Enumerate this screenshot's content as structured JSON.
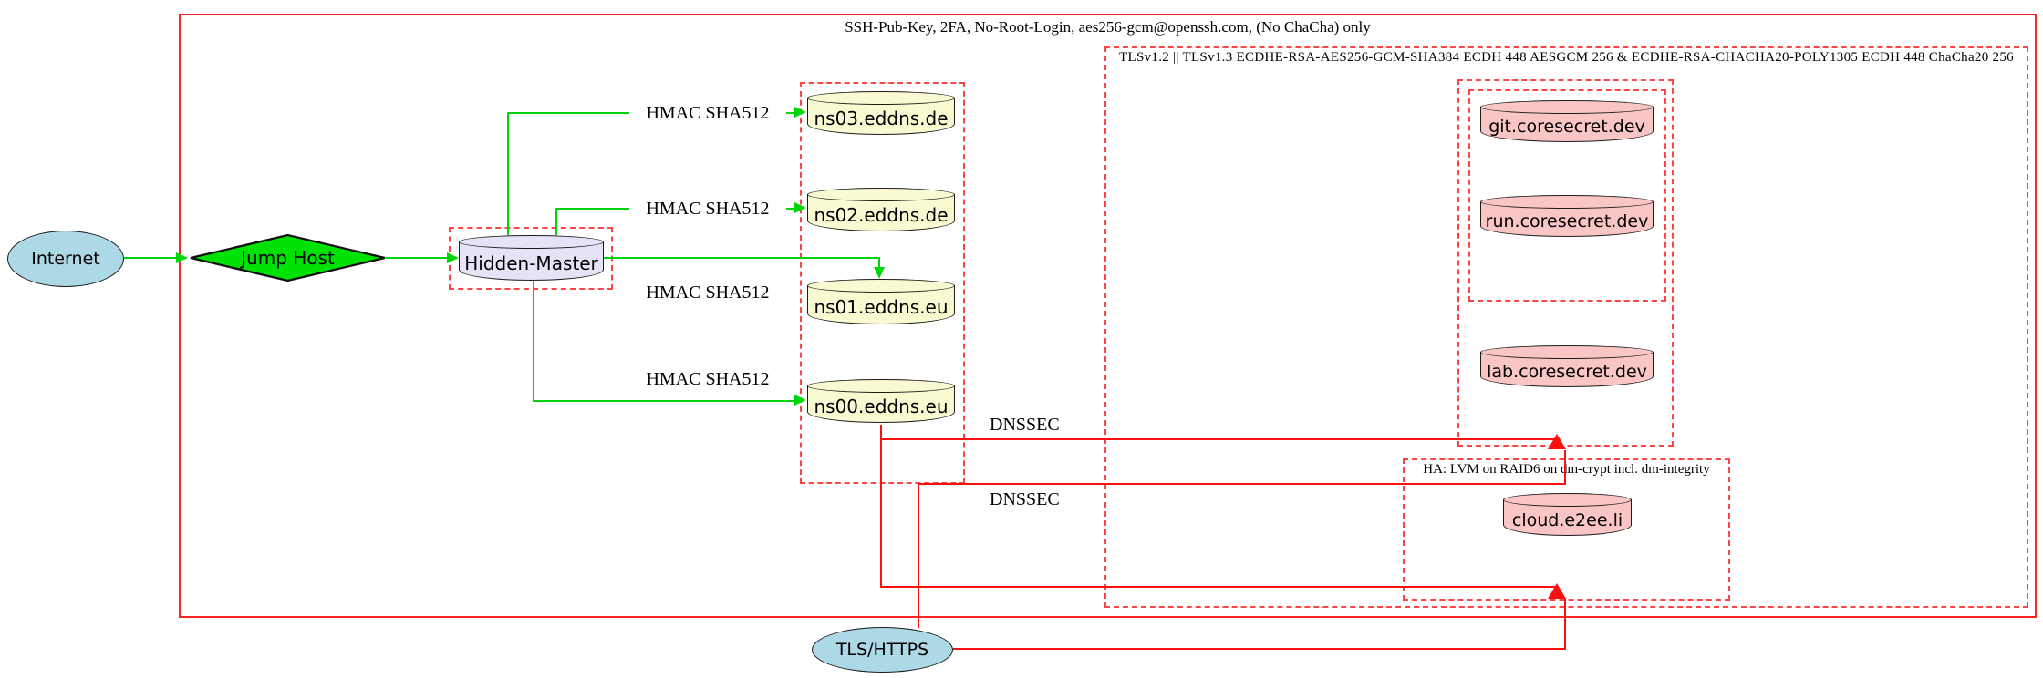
{
  "clusters": {
    "outer_ssh": {
      "label": "SSH-Pub-Key, 2FA, No-Root-Login, aes256-gcm@openssh.com, (No ChaCha) only"
    },
    "tls": {
      "label": "TLSv1.2 || TLSv1.3 ECDHE-RSA-AES256-GCM-SHA384 ECDH 448 AESGCM 256 & ECDHE-RSA-CHACHA20-POLY1305 ECDH 448 ChaCha20 256"
    },
    "ha": {
      "label": "HA: LVM on RAID6 on dm-crypt incl. dm-integrity"
    }
  },
  "nodes": {
    "internet": {
      "label": "Internet",
      "shape": "ellipse",
      "fill": "#add8e6"
    },
    "jump_host": {
      "label": "Jump Host",
      "shape": "diamond",
      "fill": "#00e206"
    },
    "hidden_master": {
      "label": "Hidden-Master",
      "shape": "cylinder",
      "fill": "#e4e4f6"
    },
    "ns03": {
      "label": "ns03.eddns.de",
      "shape": "cylinder",
      "fill": "#fafad2"
    },
    "ns02": {
      "label": "ns02.eddns.de",
      "shape": "cylinder",
      "fill": "#fafad2"
    },
    "ns01": {
      "label": "ns01.eddns.eu",
      "shape": "cylinder",
      "fill": "#fafad2"
    },
    "ns00": {
      "label": "ns00.eddns.eu",
      "shape": "cylinder",
      "fill": "#fafad2"
    },
    "git": {
      "label": "git.coresecret.dev",
      "shape": "cylinder",
      "fill": "#f9c5c5"
    },
    "run": {
      "label": "run.coresecret.dev",
      "shape": "cylinder",
      "fill": "#f9c5c5"
    },
    "lab": {
      "label": "lab.coresecret.dev",
      "shape": "cylinder",
      "fill": "#f9c5c5"
    },
    "cloud": {
      "label": "cloud.e2ee.li",
      "shape": "cylinder",
      "fill": "#f9c5c5"
    },
    "tls_https": {
      "label": "TLS/HTTPS",
      "shape": "ellipse",
      "fill": "#add8e6"
    }
  },
  "edge_labels": {
    "hmac1": "HMAC SHA512",
    "hmac2": "HMAC SHA512",
    "hmac3": "HMAC SHA512",
    "hmac4": "HMAC SHA512",
    "dnssec1": "DNSSEC",
    "dnssec2": "DNSSEC"
  },
  "colors": {
    "edge_green": "#00d50c",
    "edge_red": "#fb0f0f",
    "cluster_border_red": "#fd4545",
    "node_yellow": "#fafad2",
    "node_pink": "#f9c5c5",
    "node_lavender": "#e4e4f6",
    "node_lightblue": "#add8e6",
    "node_green": "#00e206"
  }
}
